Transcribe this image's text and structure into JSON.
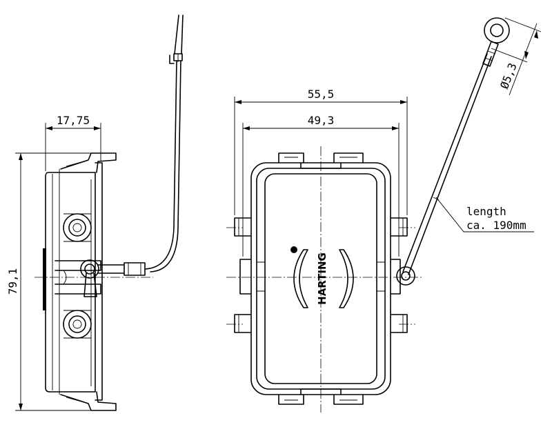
{
  "dimensions": {
    "side_width": "17,75",
    "side_height": "79,1",
    "front_outer_width": "55,5",
    "front_inner_width": "49,3",
    "eyelet_diameter": "Ø5,3"
  },
  "note": {
    "line1": "length",
    "line2": "ca. 190mm"
  },
  "brand": {
    "name": "HARTING"
  }
}
